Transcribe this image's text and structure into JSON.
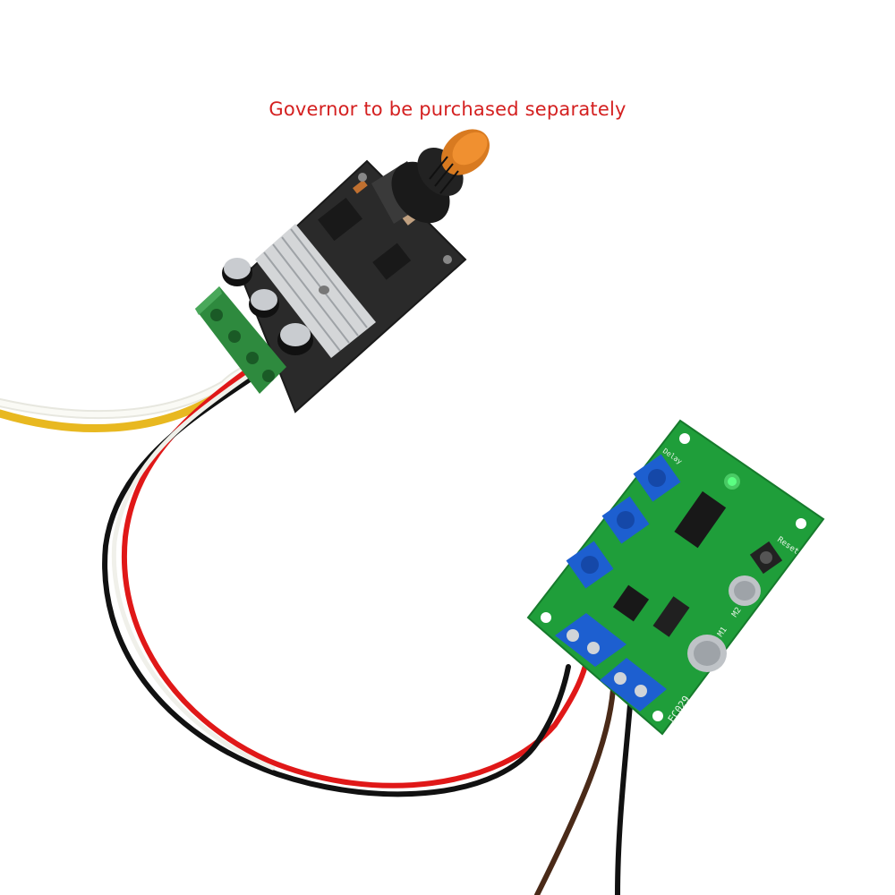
{
  "caption": {
    "text": "Governor to be purchased separately",
    "color": "#d42020"
  },
  "photo": {
    "board_labels": {
      "ec_code": "EC029",
      "reset": "Reset",
      "delay": "Delay",
      "m1": "M1",
      "m2": "M2"
    },
    "colors": {
      "pcb_green": "#1f9e3a",
      "terminal_blue": "#1d5fd0",
      "governor_pcb": "#2a2a2a",
      "knob": "#d87a20",
      "wire_red": "#e01818",
      "wire_black": "#111111",
      "wire_yellow": "#f0c020",
      "wire_white": "#f2f2ec",
      "wire_brown": "#4a2a18"
    }
  }
}
